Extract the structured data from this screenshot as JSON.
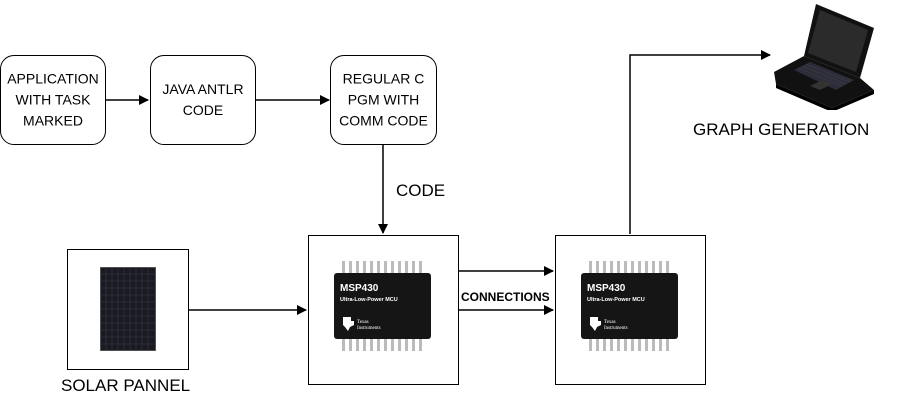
{
  "boxes": {
    "application": "APPLICATION\nWITH TASK\nMARKED",
    "antlr": "JAVA ANTLR\nCODE",
    "c_program": "REGULAR C\nPGM WITH\nCOMM CODE"
  },
  "labels": {
    "code": "CODE",
    "connections": "CONNECTIONS",
    "solar_panel": "SOLAR PANNEL",
    "graph_generation": "GRAPH GENERATION"
  },
  "chip": {
    "name": "MSP430",
    "subtitle": "Ultra-Low-Power MCU",
    "brand_line1": "Texas",
    "brand_line2": "Instruments"
  },
  "icons": {
    "chip_left": "microcontroller-chip-icon",
    "chip_right": "microcontroller-chip-icon",
    "solar_panel": "solar-panel-icon",
    "laptop": "laptop-icon"
  }
}
